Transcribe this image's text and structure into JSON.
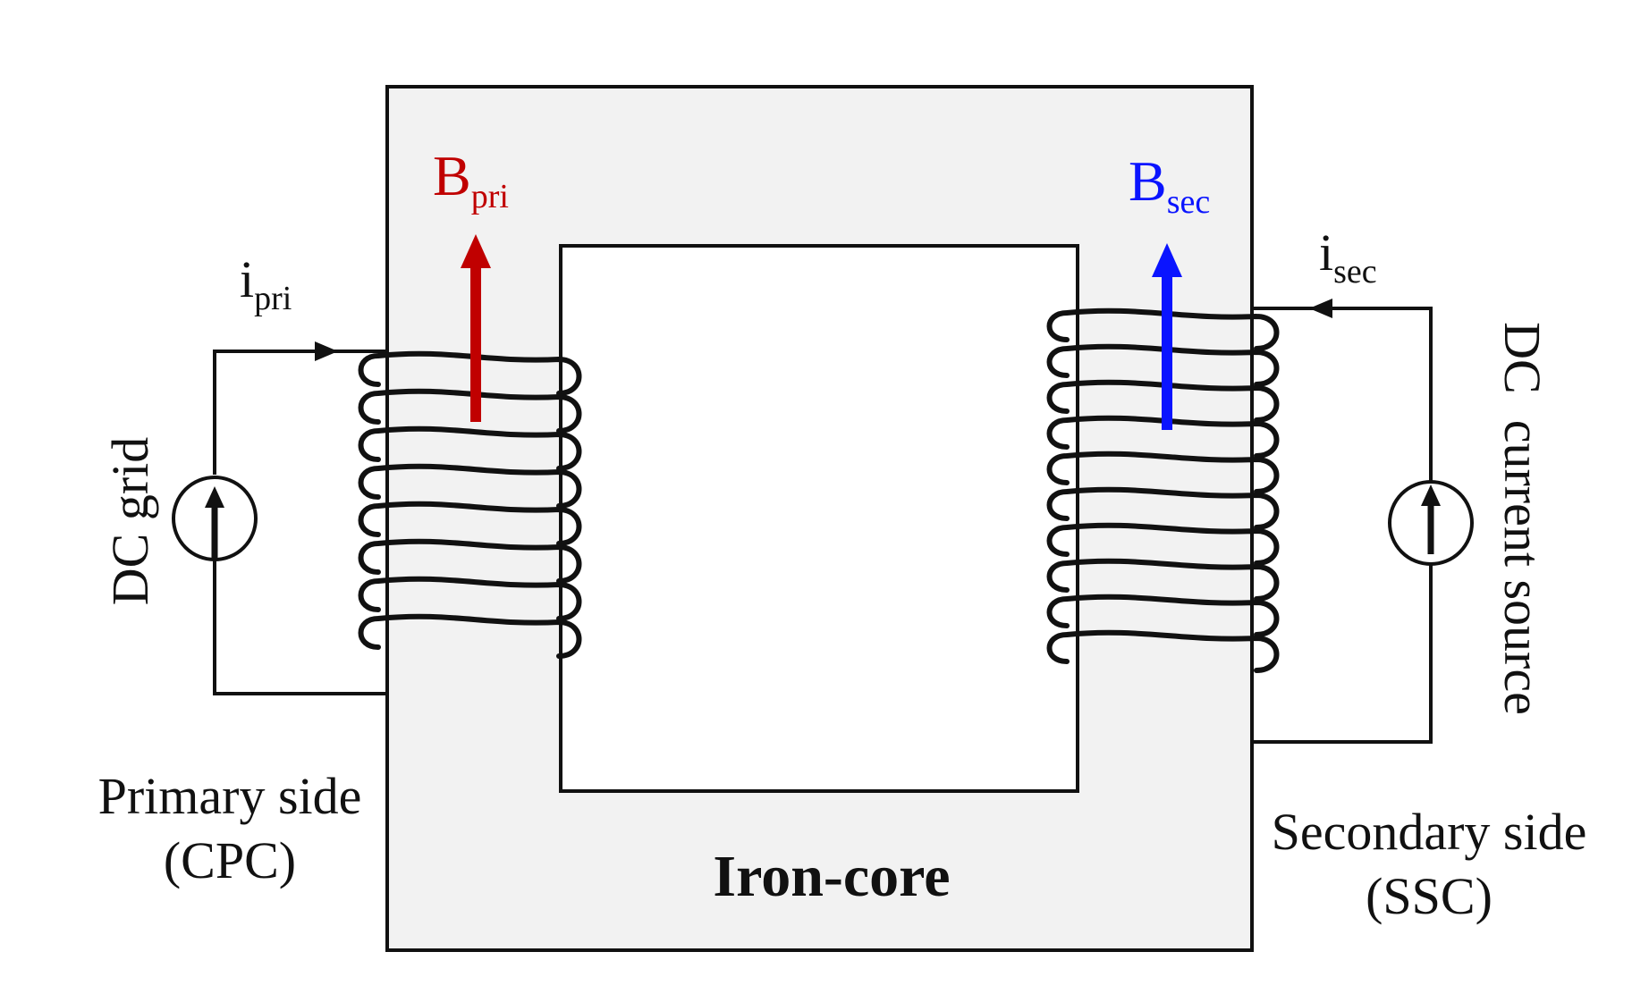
{
  "diagram": {
    "core_label": "Iron-core",
    "primary": {
      "source_label": "DC grid",
      "current_main": "i",
      "current_sub": "pri",
      "flux_main": "B",
      "flux_sub": "pri",
      "side_label_line1": "Primary side",
      "side_label_line2": "(CPC)",
      "turns": 8
    },
    "secondary": {
      "source_label": "DC  current source",
      "current_main": "i",
      "current_sub": "sec",
      "flux_main": "B",
      "flux_sub": "sec",
      "side_label_line1": "Secondary side",
      "side_label_line2": "(SSC)",
      "turns": 10
    },
    "colors": {
      "core_fill": "#f2f2f2",
      "line": "#111111",
      "primary_flux": "#c00000",
      "secondary_flux": "#0a14ff"
    },
    "icons": [
      "current-source-icon",
      "flux-arrow-icon",
      "current-arrow-icon",
      "coil-winding-icon"
    ]
  }
}
